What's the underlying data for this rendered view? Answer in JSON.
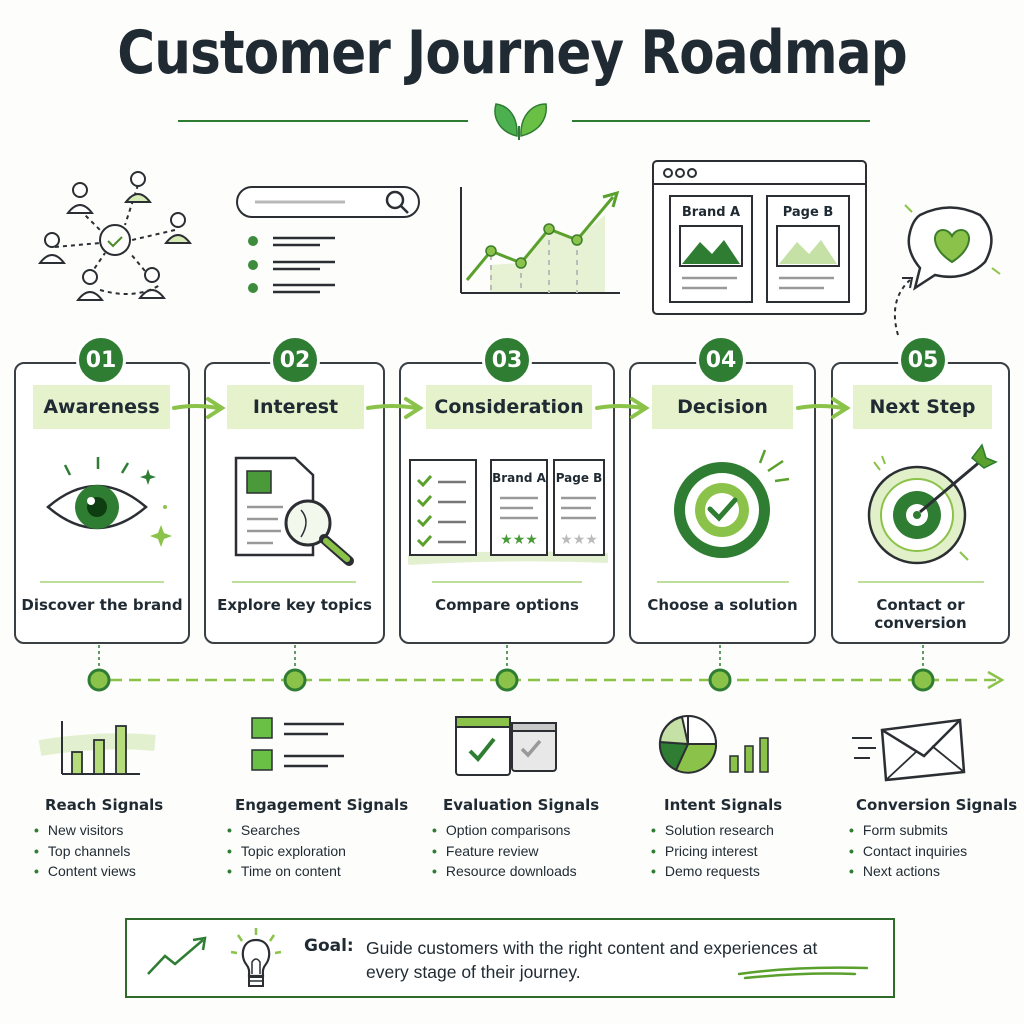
{
  "title": "Customer Journey Roadmap",
  "stages": [
    {
      "number": "01",
      "name": "Awareness",
      "caption": "Discover the brand"
    },
    {
      "number": "02",
      "name": "Interest",
      "caption": "Explore key topics"
    },
    {
      "number": "03",
      "name": "Consideration",
      "caption": "Compare options"
    },
    {
      "number": "04",
      "name": "Decision",
      "caption": "Choose a solution"
    },
    {
      "number": "05",
      "name": "Next Step",
      "caption": "Contact or conversion"
    }
  ],
  "comparison": {
    "option_a": "Brand A",
    "option_b": "Page B"
  },
  "signals": [
    {
      "title": "Reach Signals",
      "items": [
        "New visitors",
        "Top channels",
        "Content views"
      ]
    },
    {
      "title": "Engagement Signals",
      "items": [
        "Searches",
        "Topic exploration",
        "Time on content"
      ]
    },
    {
      "title": "Evaluation Signals",
      "items": [
        "Option comparisons",
        "Feature review",
        "Resource downloads"
      ]
    },
    {
      "title": "Intent Signals",
      "items": [
        "Solution research",
        "Pricing interest",
        "Demo requests"
      ]
    },
    {
      "title": "Conversion Signals",
      "items": [
        "Form submits",
        "Contact inquiries",
        "Next actions"
      ]
    }
  ],
  "goal": {
    "label": "Goal:",
    "text": "Guide customers with the right content and experiences at every stage of their journey."
  },
  "colors": {
    "dark_green": "#2e7d32",
    "light_green": "#8bc34a",
    "pale_green": "#e5f2cc",
    "ink": "#1f2a33"
  }
}
